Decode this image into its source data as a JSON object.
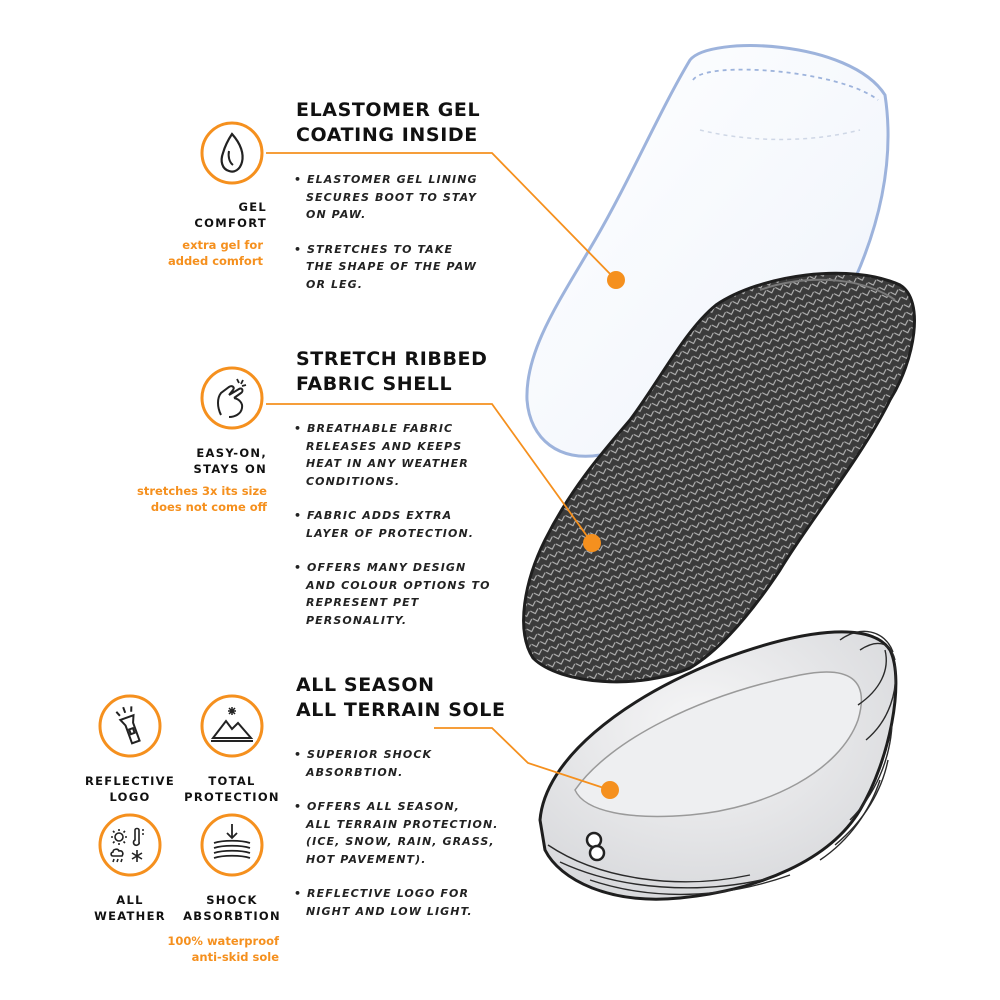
{
  "colors": {
    "accent": "#f5901e",
    "text": "#111111",
    "gel": "#aebfdf",
    "fabric": "#3a3a3a",
    "sole": "#e8e8ea"
  },
  "sections": {
    "gel": {
      "title": "ELASTOMER GEL\nCOATING INSIDE",
      "bullets": [
        "• ELASTOMER GEL LINING\nSECURES BOOT TO STAY\nON PAW.",
        "• STRETCHES TO TAKE\nTHE SHAPE OF THE PAW\nOR LEG."
      ]
    },
    "fabric": {
      "title": "STRETCH RIBBED\nFABRIC SHELL",
      "bullets": [
        "• BREATHABLE FABRIC\nRELEASES AND KEEPS\nHEAT IN ANY WEATHER\nCONDITIONS.",
        "• FABRIC ADDS EXTRA\nLAYER OF PROTECTION.",
        "• OFFERS MANY DESIGN\nAND COLOUR OPTIONS TO\nREPRESENT PET\nPERSONALITY."
      ]
    },
    "sole": {
      "title": "ALL SEASON\nALL TERRAIN SOLE",
      "bullets": [
        "• SUPERIOR SHOCK\nABSORBTION.",
        "• OFFERS ALL SEASON,\nALL TERRAIN PROTECTION.\n(ICE, SNOW, RAIN, GRASS,\nHOT PAVEMENT).",
        "• REFLECTIVE LOGO FOR\nNIGHT AND LOW LIGHT."
      ]
    }
  },
  "features": {
    "gel_comfort": {
      "icon": "gel-drop-icon",
      "label": "GEL\nCOMFORT",
      "note": "extra gel for\nadded comfort"
    },
    "easy_on": {
      "icon": "pinch-hand-icon",
      "label": "EASY-ON,\nSTAYS ON",
      "note": "stretches 3x its size\ndoes not come off"
    },
    "reflective": {
      "icon": "flashlight-icon",
      "label": "REFLECTIVE\nLOGO"
    },
    "total_protection": {
      "icon": "mountain-icon",
      "label": "TOTAL\nPROTECTION"
    },
    "all_weather": {
      "icon": "weather-icon",
      "label": "ALL\nWEATHER"
    },
    "shock": {
      "icon": "shock-layers-icon",
      "label": "SHOCK\nABSORBTION"
    },
    "sole_note": "100% waterproof\nanti-skid sole"
  }
}
